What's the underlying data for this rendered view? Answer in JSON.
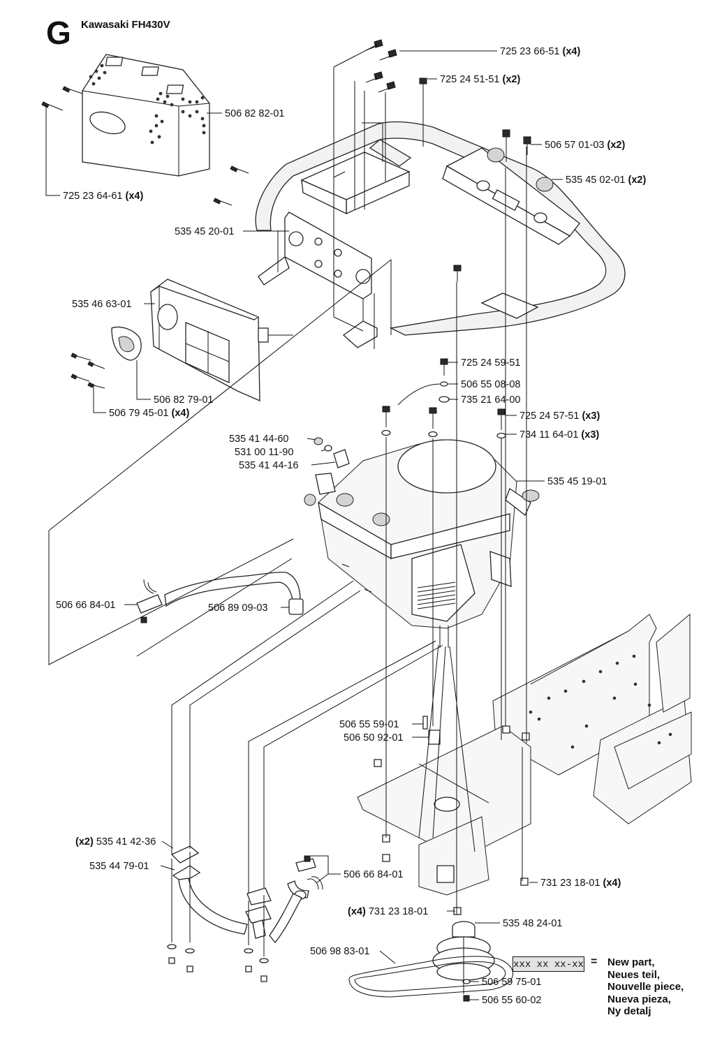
{
  "header": {
    "section_letter": "G",
    "title": "Kawasaki FH430V"
  },
  "callouts": [
    {
      "id": "c01",
      "part": "725 23 66-51",
      "qty": "(x4)"
    },
    {
      "id": "c02",
      "part": "725 24 51-51",
      "qty": "(x2)"
    },
    {
      "id": "c03",
      "part": "506 82 82-01",
      "qty": ""
    },
    {
      "id": "c04",
      "part": "506 57 01-03",
      "qty": "(x2)"
    },
    {
      "id": "c05",
      "part": "535 45 02-01",
      "qty": "(x2)"
    },
    {
      "id": "c06",
      "part": "725 23 64-61",
      "qty": "(x4)"
    },
    {
      "id": "c07",
      "part": "535 45 20-01",
      "qty": ""
    },
    {
      "id": "c08",
      "part": "535 46 63-01",
      "qty": ""
    },
    {
      "id": "c09",
      "part": "725 24 59-51",
      "qty": ""
    },
    {
      "id": "c10",
      "part": "506 55 08-08",
      "qty": ""
    },
    {
      "id": "c11",
      "part": "735 21 64-00",
      "qty": ""
    },
    {
      "id": "c12",
      "part": "506 82 79-01",
      "qty": ""
    },
    {
      "id": "c13",
      "part": "506 79 45-01",
      "qty": "(x4)"
    },
    {
      "id": "c14",
      "part": "725 24 57-51",
      "qty": "(x3)"
    },
    {
      "id": "c15",
      "part": "734 11 64-01",
      "qty": "(x3)"
    },
    {
      "id": "c16",
      "part": "535 41 44-60",
      "qty": ""
    },
    {
      "id": "c17",
      "part": "531 00 11-90",
      "qty": ""
    },
    {
      "id": "c18",
      "part": "535 41 44-16",
      "qty": ""
    },
    {
      "id": "c19",
      "part": "535 45 19-01",
      "qty": ""
    },
    {
      "id": "c20",
      "part": "506 66 84-01",
      "qty": ""
    },
    {
      "id": "c21",
      "part": "506 89 09-03",
      "qty": ""
    },
    {
      "id": "c22",
      "part": "506 55 59-01",
      "qty": ""
    },
    {
      "id": "c23",
      "part": "506 50 92-01",
      "qty": ""
    },
    {
      "id": "c24",
      "part": "535 41 42-36",
      "qty": "(x2)"
    },
    {
      "id": "c25",
      "part": "535 44 79-01",
      "qty": ""
    },
    {
      "id": "c26",
      "part": "506 66 84-01",
      "qty": ""
    },
    {
      "id": "c27",
      "part": "731 23 18-01",
      "qty": "(x4)"
    },
    {
      "id": "c28",
      "part": "731 23 18-01",
      "qty": "(x4)"
    },
    {
      "id": "c29",
      "part": "535 48 24-01",
      "qty": ""
    },
    {
      "id": "c30",
      "part": "506 98 83-01",
      "qty": ""
    },
    {
      "id": "c31",
      "part": "506 59 75-01",
      "qty": ""
    },
    {
      "id": "c32",
      "part": "506 55 60-02",
      "qty": ""
    }
  ],
  "legend": {
    "sample_code": "xxx xx xx-xx",
    "equals": "=",
    "lines": [
      "New part,",
      "Neues teil,",
      "Nouvelle piece,",
      "Nueva pieza,",
      "Ny detalj"
    ]
  }
}
